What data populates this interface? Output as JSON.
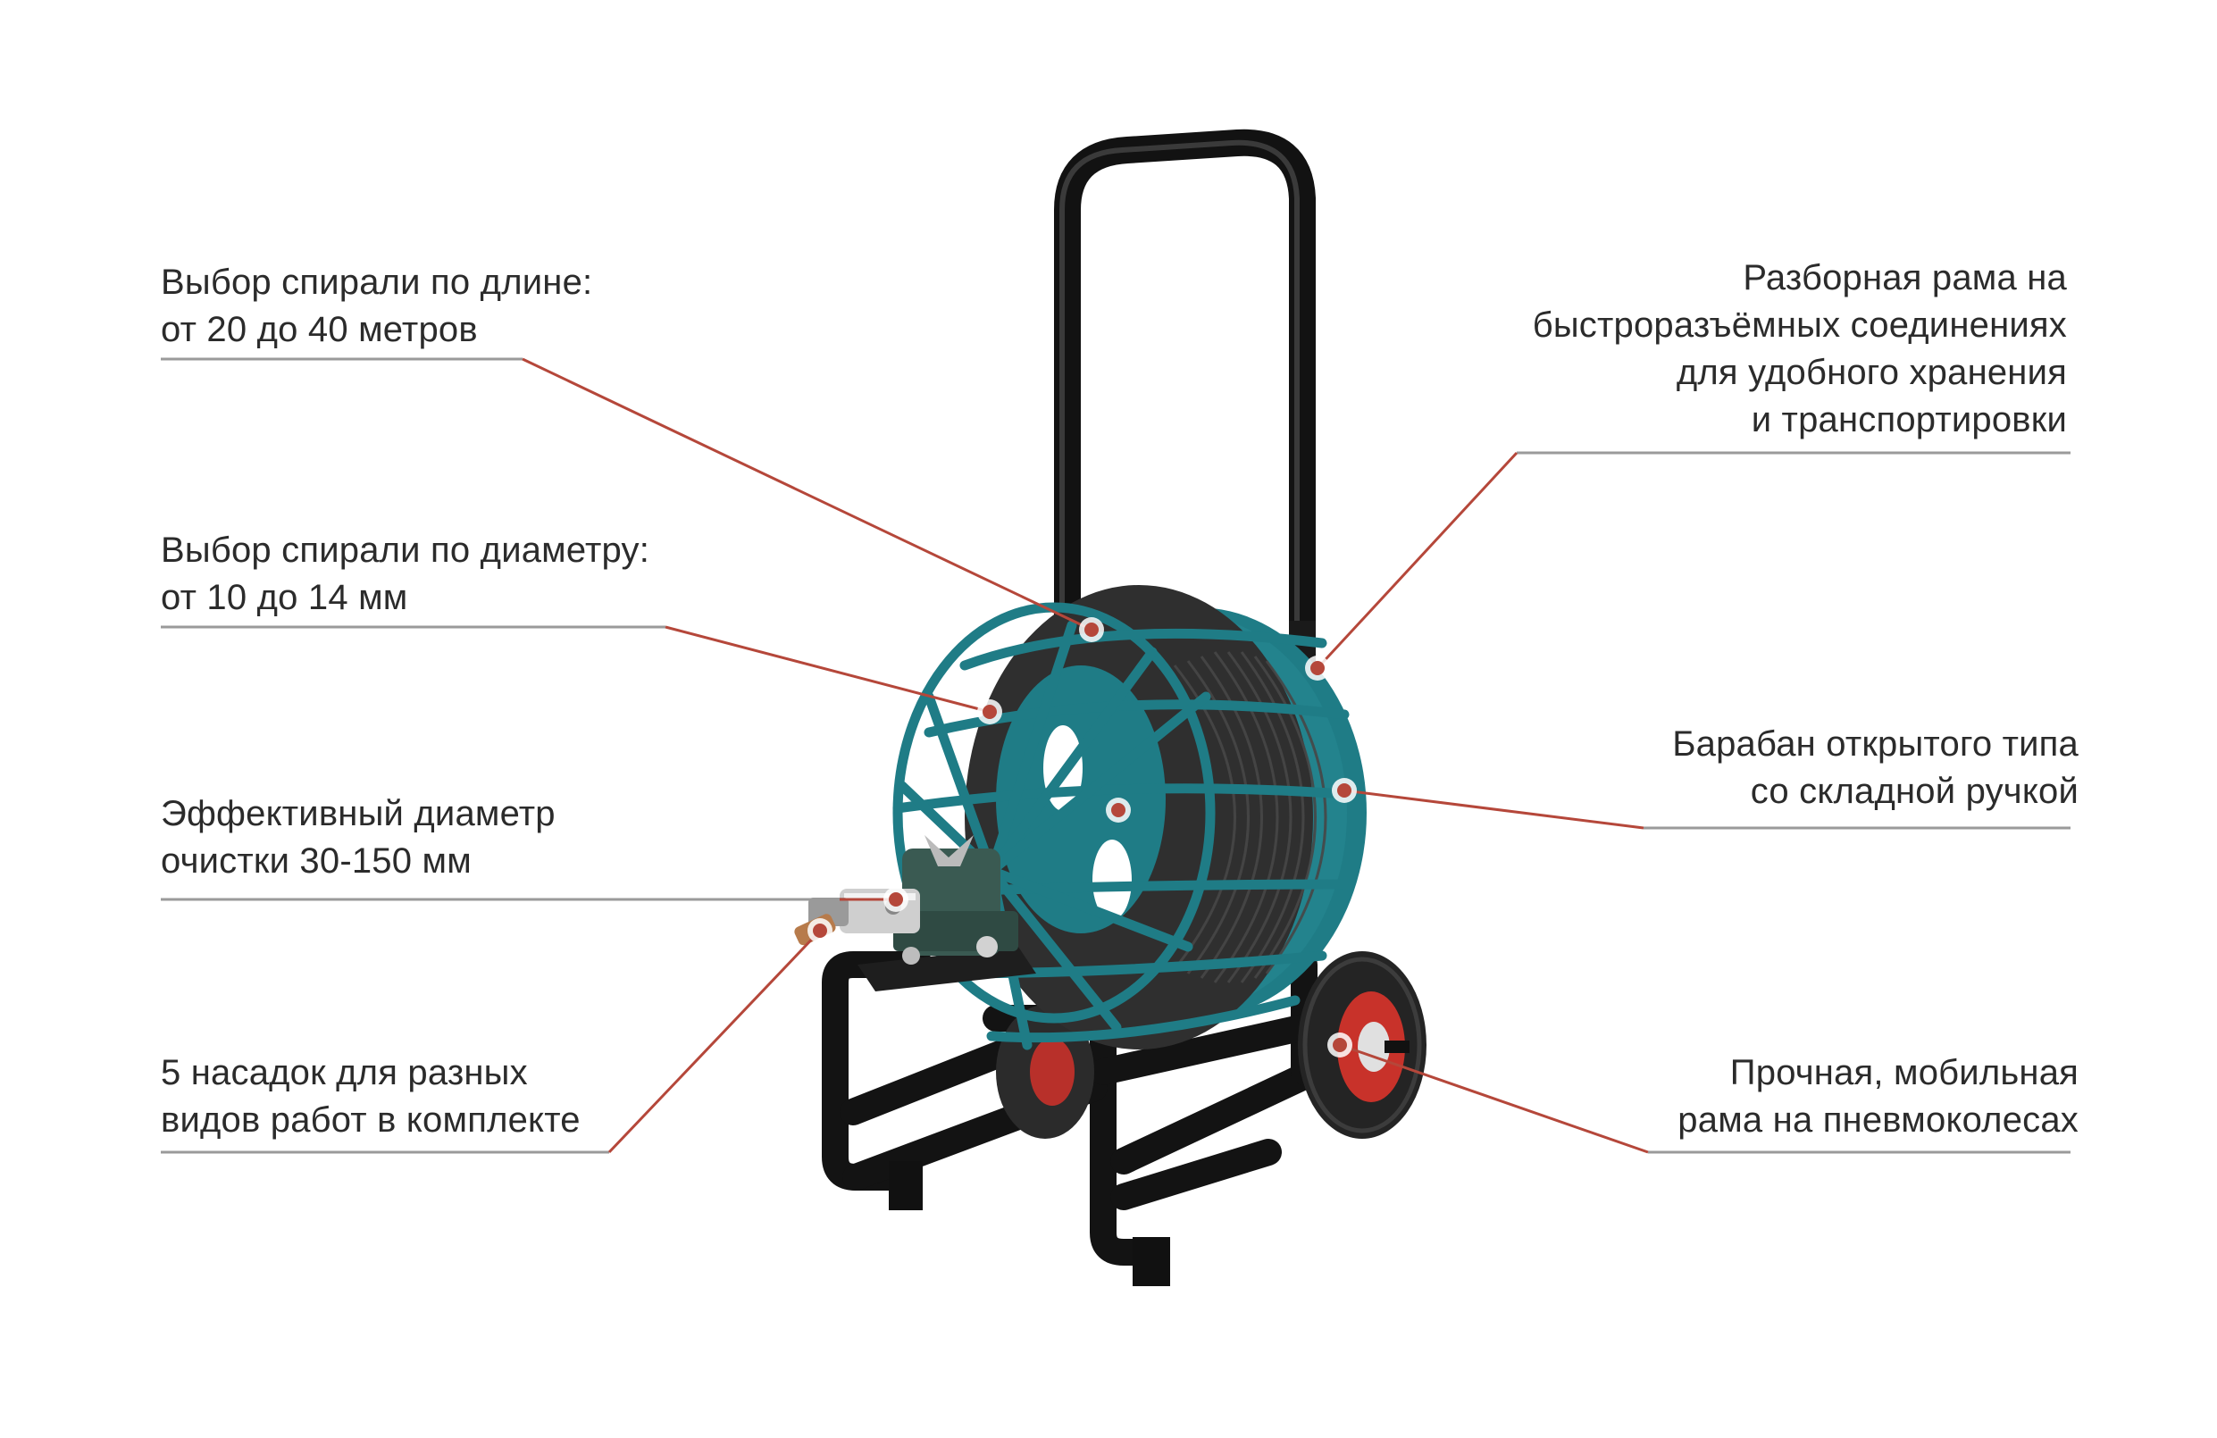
{
  "colors": {
    "leader_line": "#b5473a",
    "underline": "#9a9a9a",
    "drum_teal": "#1f7c86",
    "frame_black": "#121212",
    "hose": "#2e2e2e",
    "wheel_hub": "#c8322a",
    "tire": "#2a2a2a",
    "text": "#2b2b2b"
  },
  "callouts": {
    "length": {
      "lines": [
        "Выбор спирали по длине:",
        "от 20 до 40 метров"
      ]
    },
    "diameter": {
      "lines": [
        "Выбор спирали по диаметру:",
        "от 10 до 14 мм"
      ]
    },
    "clean": {
      "lines": [
        "Эффективный диаметр",
        "очистки 30-150 мм"
      ]
    },
    "nozzles": {
      "lines": [
        "5 насадок для разных",
        "видов работ в комплекте"
      ]
    },
    "frame": {
      "lines": [
        "Разборная рама на",
        "быстроразъёмных соединениях",
        "для удобного хранения",
        "и транспортировки"
      ]
    },
    "drum": {
      "lines": [
        "Барабан открытого типа",
        "со складной ручкой"
      ]
    },
    "wheels": {
      "lines": [
        "Прочная, мобильная",
        "рама на пневмоколесах"
      ]
    }
  }
}
